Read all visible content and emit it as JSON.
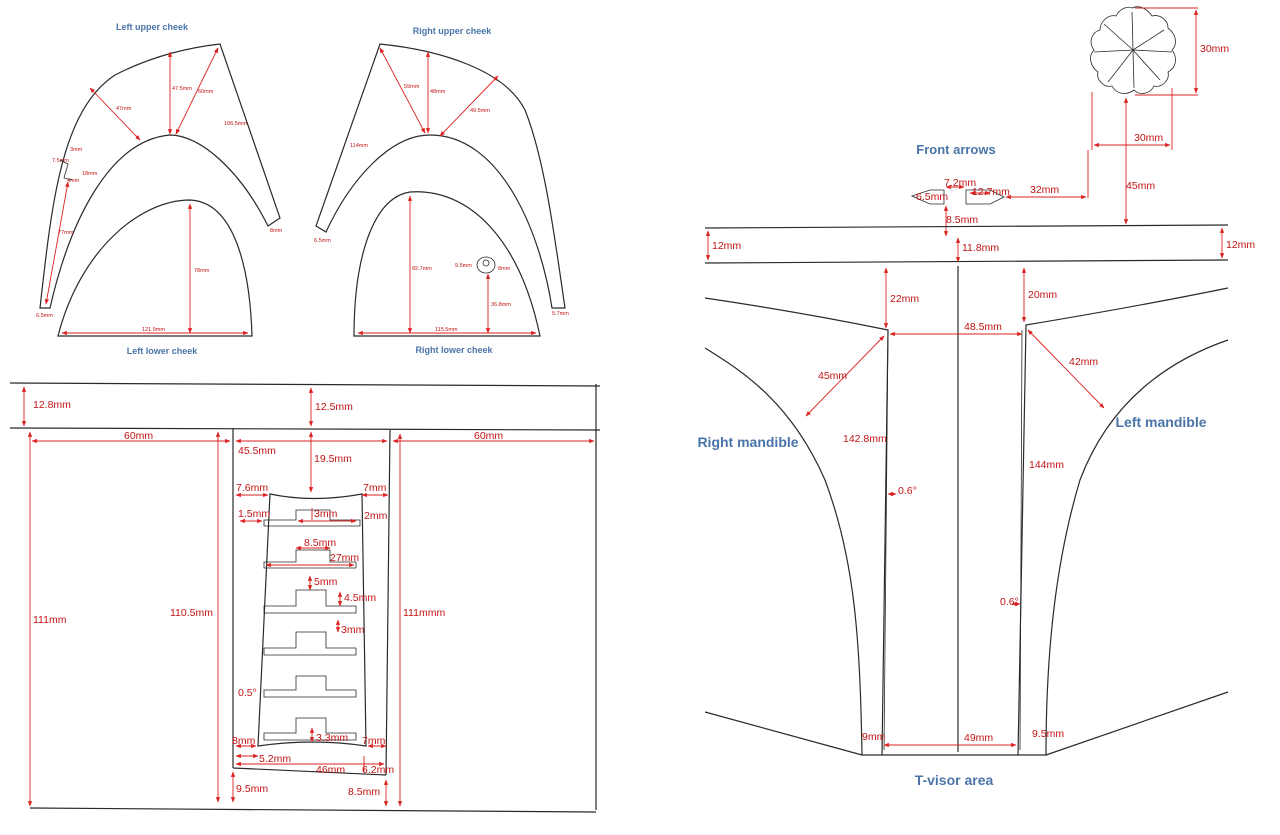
{
  "colors": {
    "outline": "#2a2a2a",
    "dimension": "#c21414",
    "title": "#4a74a8"
  },
  "cheek_panel": {
    "titles": {
      "left_upper": "Left upper cheek",
      "right_upper": "Right upper cheek",
      "left_lower": "Left lower cheek",
      "right_lower": "Right lower cheek"
    },
    "dims": {
      "lu_47": "47mm",
      "lu_47_5": "47.5mm",
      "lu_60": "60mm",
      "lu_106_5": "106.5mm",
      "lu_8": "8mm",
      "lu_7_5": "7.5mm",
      "lu_3": "3mm",
      "lu_4": "4mm",
      "lu_18": "18mm",
      "lu_77": "77mm",
      "lu_6_5": "6.5mm",
      "ll_78": "78mm",
      "ll_121": "121.9mm",
      "ru_59": "59mm",
      "ru_48": "48mm",
      "ru_49_5": "49.5mm",
      "ru_114": "114mm",
      "ru_6_5": "6.5mm",
      "rl_82_7": "82.7mm",
      "rl_9_5": "9.5mm",
      "rl_8": "8mm",
      "rl_36_8": "36.8mm",
      "rl_115_5": "115.5mm",
      "rl_5_7": "5.7mm"
    }
  },
  "visor_panel": {
    "dims": {
      "d12_8": "12.8mm",
      "d12_5": "12.5mm",
      "d60l": "60mm",
      "d45_5": "45.5mm",
      "d60r": "60mm",
      "d19_5": "19.5mm",
      "d7_6": "7.6mm",
      "d7": "7mm",
      "d1_5": "1.5mm",
      "d3": "3mm",
      "d2": "2mm",
      "d8_5": "8.5mm",
      "d27": "27mm",
      "d5": "5mm",
      "d4_5": "4.5mm",
      "d3b": "3mm",
      "d111l": "111mm",
      "d110_5": "110.5mm",
      "d111r": "111mmm",
      "d0_5": "0.5°",
      "d8": "8mm",
      "d7b": "7mm",
      "d3_3": "3.3mm",
      "d5_2": "5.2mm",
      "d46": "46mm",
      "d6_2": "6.2mm",
      "d9_5": "9.5mm",
      "d8_5b": "8.5mm"
    }
  },
  "mandible_panel": {
    "titles": {
      "front_arrows": "Front arrows",
      "right_mandible": "Right mandible",
      "left_mandible": "Left mandible",
      "t_visor": "T-visor area"
    },
    "dims": {
      "m30v": "30mm",
      "m30h": "30mm",
      "m45t": "45mm",
      "m7_2": "7.2mm",
      "m6_5": "6.5mm",
      "m12_7": "12.7mm",
      "m32": "32mm",
      "m8_5": "8.5mm",
      "m12l": "12mm",
      "m11_8": "11.8mm",
      "m12r": "12mm",
      "m22": "22mm",
      "m20": "20mm",
      "m48_5": "48.5mm",
      "m45": "45mm",
      "m42": "42mm",
      "m142_8": "142.8mm",
      "m144": "144mm",
      "m0_6a": "0.6°",
      "m0_6b": "0.6°",
      "m9": "9mm",
      "m49": "49mm",
      "m9_5": "9.5mm"
    }
  }
}
